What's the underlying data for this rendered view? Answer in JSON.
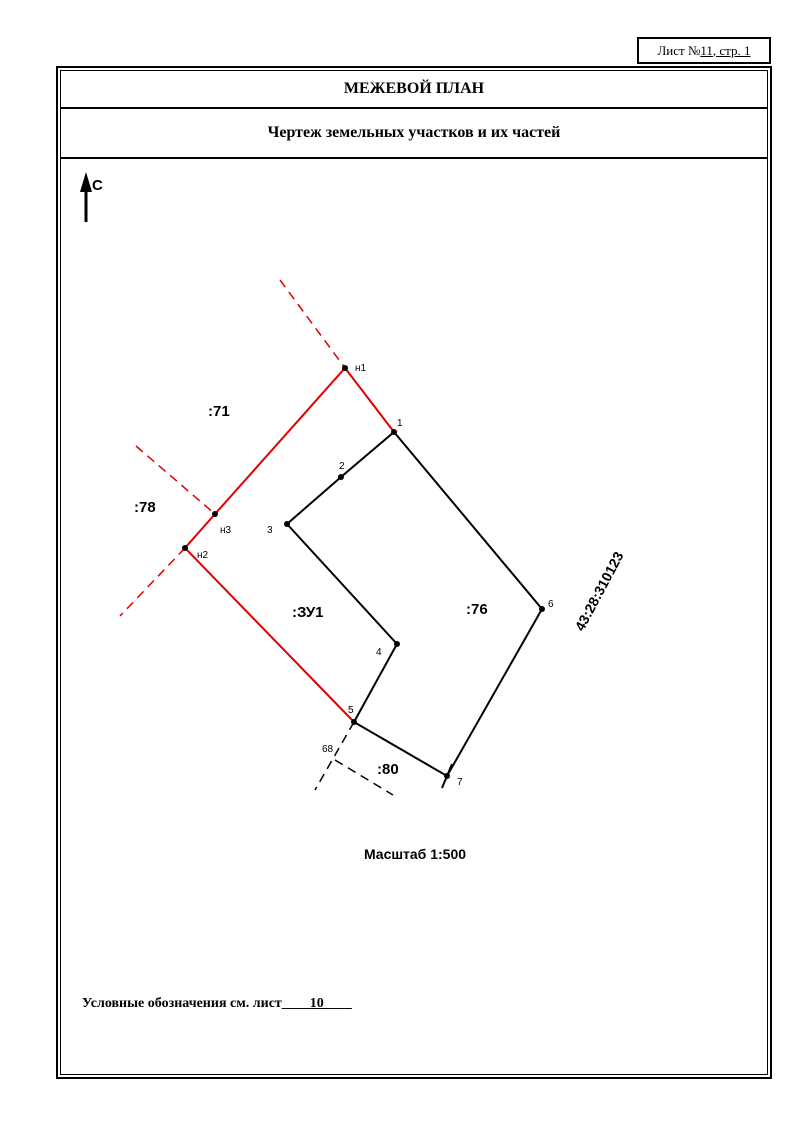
{
  "sheet": {
    "prefix": "Лист № ",
    "number": "11",
    "suffix": ", стр. 1"
  },
  "header": {
    "title": "МЕЖЕВОЙ ПЛАН",
    "subtitle": "Чертеж земельных участков и их частей"
  },
  "north_arrow": {
    "label": "С"
  },
  "plan": {
    "parcel_labels": {
      "p71": ":71",
      "p78": ":78",
      "zu1": ":ЗУ1",
      "p76": ":76",
      "p80": ":80",
      "quarter": "43:28:310123"
    },
    "point_labels": {
      "n1": "н1",
      "n2": "н2",
      "n3": "н3",
      "p1": "1",
      "p2": "2",
      "p3": "3",
      "p4": "4",
      "p5": "5",
      "p6": "6",
      "p7": "7",
      "p68": "68"
    },
    "colors": {
      "new_boundary": "#e00000",
      "existing_boundary": "#000000"
    }
  },
  "scale": {
    "text": "Масштаб 1:500"
  },
  "legend": {
    "text": "Условные обозначения см. лист",
    "pad_left": "____",
    "sheet": "10",
    "pad_right": "____"
  }
}
